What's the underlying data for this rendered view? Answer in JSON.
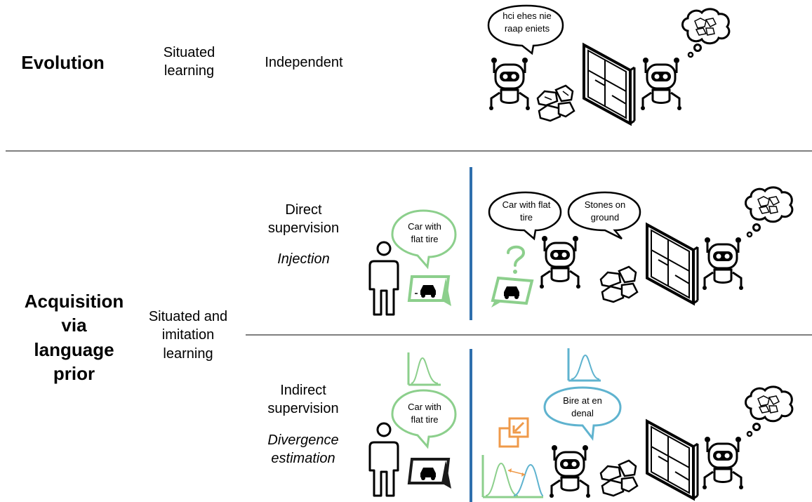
{
  "rows": {
    "evolution": {
      "title": "Evolution",
      "learning": "Situated\nlearning",
      "mode": "Independent",
      "robot_speech": "hci ehes nie\nraap eniets"
    },
    "acquisition": {
      "title": "Acquisition\nvia\nlanguage\nprior",
      "learning": "Situated and\nimitation\nlearning",
      "direct": {
        "label": "Direct\nsupervision",
        "method": "Injection",
        "human_speech": "Car with\nflat tire",
        "robot_speech_1": "Car with flat\ntire",
        "robot_speech_2": "Stones on\nground"
      },
      "indirect": {
        "label": "Indirect\nsupervision",
        "method": "Divergence\nestimation",
        "human_speech": "Car with\nflat tire",
        "robot_speech": "Bire at en\ndenal"
      }
    }
  },
  "colors": {
    "divider": "#7f7f7f",
    "blue_line": "#2f6fad",
    "green": "#8ccf8c",
    "light_blue": "#5fb3cf",
    "orange": "#ef9a4a",
    "dark": "#1a1a1a"
  },
  "icons": [
    "robot-icon",
    "human-icon",
    "wall-icon",
    "stones-icon",
    "thought-cloud-icon",
    "picture-card-icon",
    "question-mark-icon",
    "distribution-icon",
    "compress-icon"
  ]
}
